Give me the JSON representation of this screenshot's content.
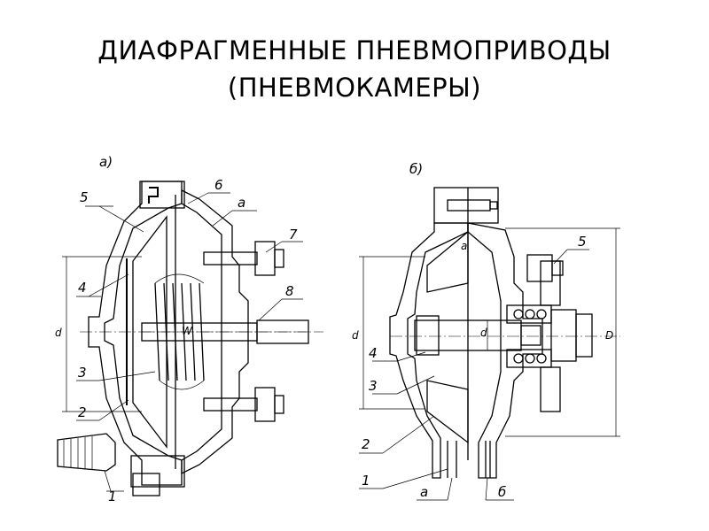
{
  "title": {
    "line1": "ДИАФРАГМЕННЫЕ ПНЕВМОПРИВОДЫ",
    "line2": "(ПНЕВМОКАМЕРЫ)"
  },
  "diagram_a": {
    "caption": "а)",
    "labels": [
      "5",
      "6",
      "a",
      "7",
      "4",
      "8",
      "d",
      "W",
      "3",
      "2",
      "1"
    ]
  },
  "diagram_b": {
    "caption": "б)",
    "labels": [
      "5",
      "d",
      "4",
      "3",
      "2",
      "1",
      "a",
      "б",
      "D",
      "d",
      "a"
    ]
  }
}
